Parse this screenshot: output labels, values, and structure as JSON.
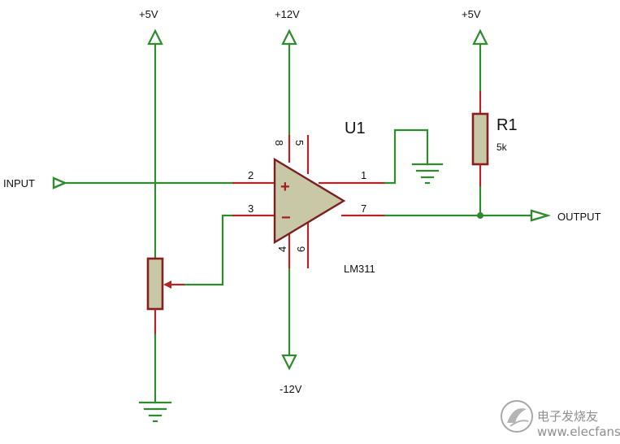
{
  "labels": {
    "vplus5_left": "+5V",
    "vplus12": "+12V",
    "vplus5_right": "+5V",
    "vminus12": "-12V",
    "input": "INPUT",
    "output": "OUTPUT",
    "u1": "U1",
    "lm311": "LM311",
    "r1": "R1",
    "r1_value": "5k",
    "opamp_plus": "+",
    "opamp_minus": "−"
  },
  "pins": {
    "p2": "2",
    "p3": "3",
    "p1": "1",
    "p7": "7",
    "p8": "8",
    "p5": "5",
    "p4": "4",
    "p6": "6"
  },
  "watermark": {
    "text": "电子发烧友",
    "url": "www.elecfans.com"
  },
  "colors": {
    "wire": "#2e8b2e",
    "pin": "#b52424",
    "component_fill": "#c8c8a6",
    "component_outline": "#7a2020"
  }
}
